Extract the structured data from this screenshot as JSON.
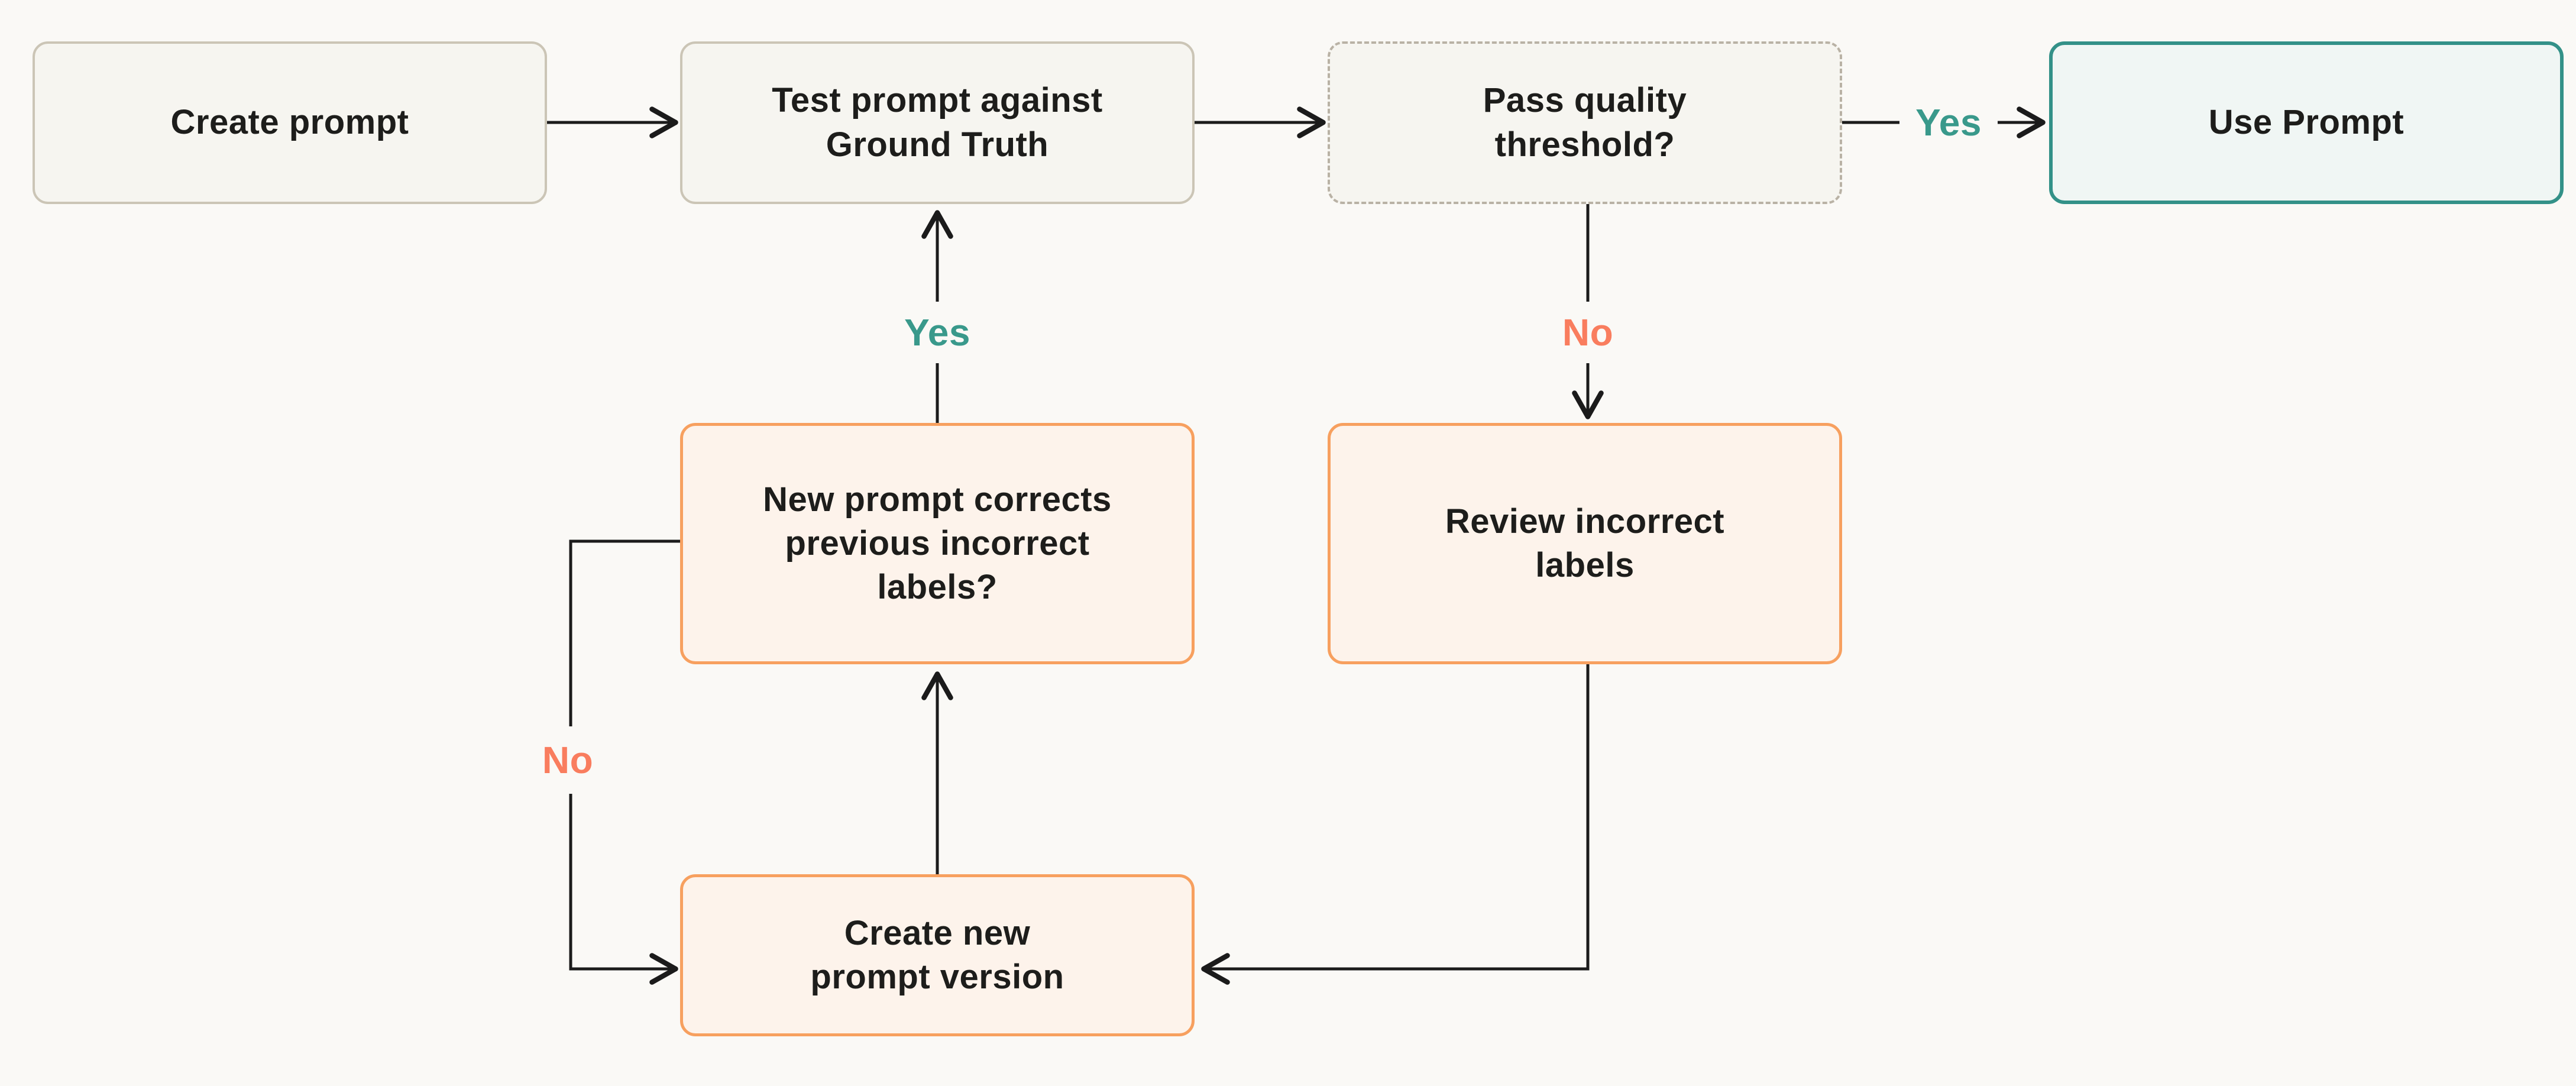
{
  "diagram": {
    "type": "flowchart",
    "title": "",
    "nodes": [
      {
        "id": "create-prompt",
        "label": "Create prompt",
        "style": "neutral"
      },
      {
        "id": "test-prompt",
        "label": "Test prompt against Ground Truth",
        "style": "neutral"
      },
      {
        "id": "pass-quality-threshold",
        "label": "Pass quality threshold?",
        "style": "neutral-dashed"
      },
      {
        "id": "use-prompt",
        "label": "Use Prompt",
        "style": "teal-outline"
      },
      {
        "id": "new-prompt-corrects",
        "label": "New prompt corrects previous incorrect labels?",
        "style": "orange"
      },
      {
        "id": "review-incorrect-labels",
        "label": "Review incorrect labels",
        "style": "orange"
      },
      {
        "id": "create-new-prompt-version",
        "label": "Create new prompt version",
        "style": "orange"
      }
    ],
    "edges": [
      {
        "from": "create-prompt",
        "to": "test-prompt",
        "label": ""
      },
      {
        "from": "test-prompt",
        "to": "pass-quality-threshold",
        "label": ""
      },
      {
        "from": "pass-quality-threshold",
        "to": "use-prompt",
        "label": "Yes",
        "label_color": "#39998B"
      },
      {
        "from": "pass-quality-threshold",
        "to": "review-incorrect-labels",
        "label": "No",
        "label_color": "#F97D5E"
      },
      {
        "from": "review-incorrect-labels",
        "to": "create-new-prompt-version",
        "label": ""
      },
      {
        "from": "create-new-prompt-version",
        "to": "new-prompt-corrects",
        "label": ""
      },
      {
        "from": "new-prompt-corrects",
        "to": "test-prompt",
        "label": "Yes",
        "label_color": "#39998B"
      },
      {
        "from": "new-prompt-corrects",
        "to": "create-new-prompt-version",
        "label": "No",
        "label_color": "#F97D5E"
      }
    ],
    "colors": {
      "background": "#FAF9F6",
      "neutral_fill": "#F6F5F0",
      "neutral_border": "#CBC5B6",
      "dashed_border": "#B9B2A5",
      "teal_fill": "#F0F6F4",
      "teal_border": "#339188",
      "orange_fill": "#FDF3EB",
      "orange_border": "#F7A05F",
      "yes_label": "#39998B",
      "no_label": "#F97D5E",
      "connector": "#1B1B1B",
      "text": "#1D1D1B"
    }
  }
}
